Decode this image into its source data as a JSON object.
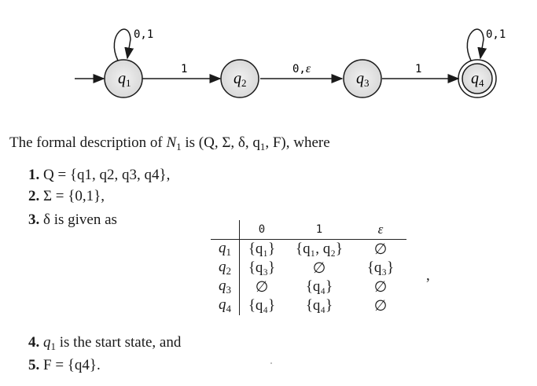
{
  "diagram": {
    "states": [
      {
        "id": "q1",
        "base": "q",
        "sub": "1",
        "accept": false
      },
      {
        "id": "q2",
        "base": "q",
        "sub": "2",
        "accept": false
      },
      {
        "id": "q3",
        "base": "q",
        "sub": "3",
        "accept": false
      },
      {
        "id": "q4",
        "base": "q",
        "sub": "4",
        "accept": true
      }
    ],
    "edges": [
      {
        "from": "q1",
        "to": "q1",
        "label": "0,1"
      },
      {
        "from": "q1",
        "to": "q2",
        "label": "1"
      },
      {
        "from": "q2",
        "to": "q3",
        "label": "0,",
        "label_eps": "ε"
      },
      {
        "from": "q3",
        "to": "q4",
        "label": "1"
      },
      {
        "from": "q4",
        "to": "q4",
        "label": "0,1"
      }
    ]
  },
  "text": {
    "intro_a": "The formal description of ",
    "intro_N": "N",
    "intro_N_sub": "1",
    "intro_tuple": " is (Q, Σ, δ, q",
    "intro_tuple_sub": "1",
    "intro_tuple_end": ", F), where",
    "items": [
      {
        "num": "1.",
        "body_pre": "Q = {q",
        "body": "Q = {q1, q2, q3, q4},"
      },
      {
        "num": "2.",
        "body": "Σ = {0,1},"
      },
      {
        "num": "3.",
        "body": "δ is given as"
      },
      {
        "num": "4.",
        "body_var": "q",
        "body_sub": "1",
        "body_rest": " is the start state, and"
      },
      {
        "num": "5.",
        "body": "F = {q4}."
      }
    ]
  },
  "table": {
    "headers": [
      "0",
      "1",
      "ε"
    ],
    "rows": [
      {
        "state": "q",
        "sub": "1",
        "cells": [
          "{q₁}",
          "{q₁, q₂}",
          "∅"
        ]
      },
      {
        "state": "q",
        "sub": "2",
        "cells": [
          "{q₃}",
          "∅",
          "{q₃}"
        ]
      },
      {
        "state": "q",
        "sub": "3",
        "cells": [
          "∅",
          "{q₄}",
          "∅"
        ]
      },
      {
        "state": "q",
        "sub": "4",
        "cells": [
          "{q₄}",
          "{q₄}",
          "∅"
        ]
      }
    ],
    "trailing": ","
  }
}
